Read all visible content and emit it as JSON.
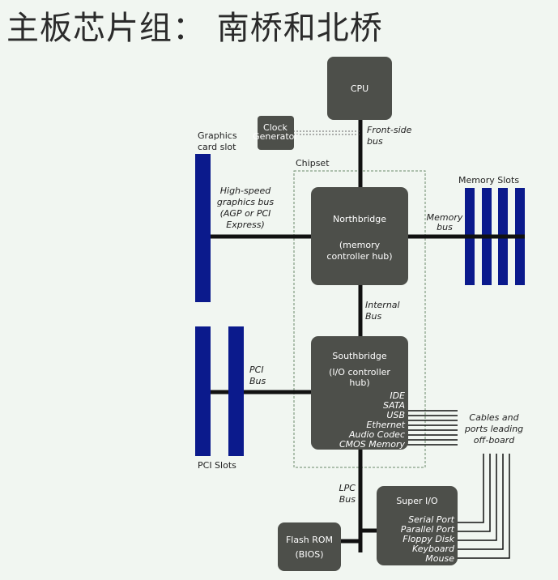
{
  "title": "主板芯片组： 南桥和北桥",
  "nodes": {
    "cpu": "CPU",
    "clock": [
      "Clock",
      "Generator"
    ],
    "northbridge": {
      "name": "Northbridge",
      "sub": [
        "(memory",
        "controller hub)"
      ]
    },
    "southbridge": {
      "name": "Southbridge",
      "sub": [
        "(I/O controller",
        "hub)"
      ],
      "ports": [
        "IDE",
        "SATA",
        "USB",
        "Ethernet",
        "Audio Codec",
        "CMOS Memory"
      ]
    },
    "superio": {
      "name": "Super I/O",
      "ports": [
        "Serial Port",
        "Parallel Port",
        "Floppy Disk",
        "Keyboard",
        "Mouse"
      ]
    },
    "flash": [
      "Flash ROM",
      "(BIOS)"
    ]
  },
  "labels": {
    "graphics_slot": [
      "Graphics",
      "card slot"
    ],
    "chipset": "Chipset",
    "memory_slots": "Memory Slots",
    "front_side_bus": [
      "Front-side",
      "bus"
    ],
    "graphics_bus": [
      "High-speed",
      "graphics bus",
      "(AGP or PCI",
      "Express)"
    ],
    "memory_bus": [
      "Memory",
      "bus"
    ],
    "internal_bus": [
      "Internal",
      "Bus"
    ],
    "pci_bus": [
      "PCI",
      "Bus"
    ],
    "pci_slots": "PCI Slots",
    "cables": [
      "Cables and",
      "ports leading",
      "off-board"
    ],
    "lpc_bus": [
      "LPC",
      "Bus"
    ]
  },
  "colors": {
    "box": "#4d4f4a",
    "slot": "#0b1a8c",
    "bus": "#111111",
    "bg": "#f1f6f1"
  }
}
